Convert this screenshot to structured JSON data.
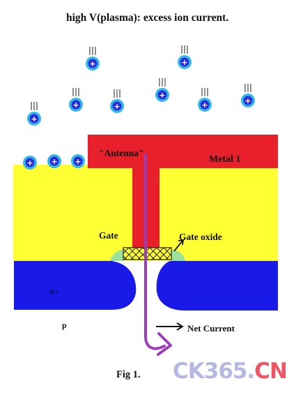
{
  "title": "high V(plasma): excess ion current.",
  "labels": {
    "antenna": "\"Antenna\"",
    "metal": "Metal 1",
    "gate": "Gate",
    "gate_oxide": "Gate oxide",
    "n_plus": "n+",
    "p": "p",
    "net_current": "Net Current",
    "figure": "Fig 1."
  },
  "watermark": {
    "part1": "CK365",
    "dot": ".",
    "part2": "CN"
  },
  "ion_symbol": "+",
  "colors": {
    "substrate_blue": "#1a1ae8",
    "oxide_yellow": "#ffff33",
    "metal_red": "#e8202c",
    "ion_fill": "#2a2ad8",
    "ion_ring": "#33b8e8",
    "current_arrow": "#9b3dbd",
    "gate_oxide_green": "#9be09b"
  }
}
